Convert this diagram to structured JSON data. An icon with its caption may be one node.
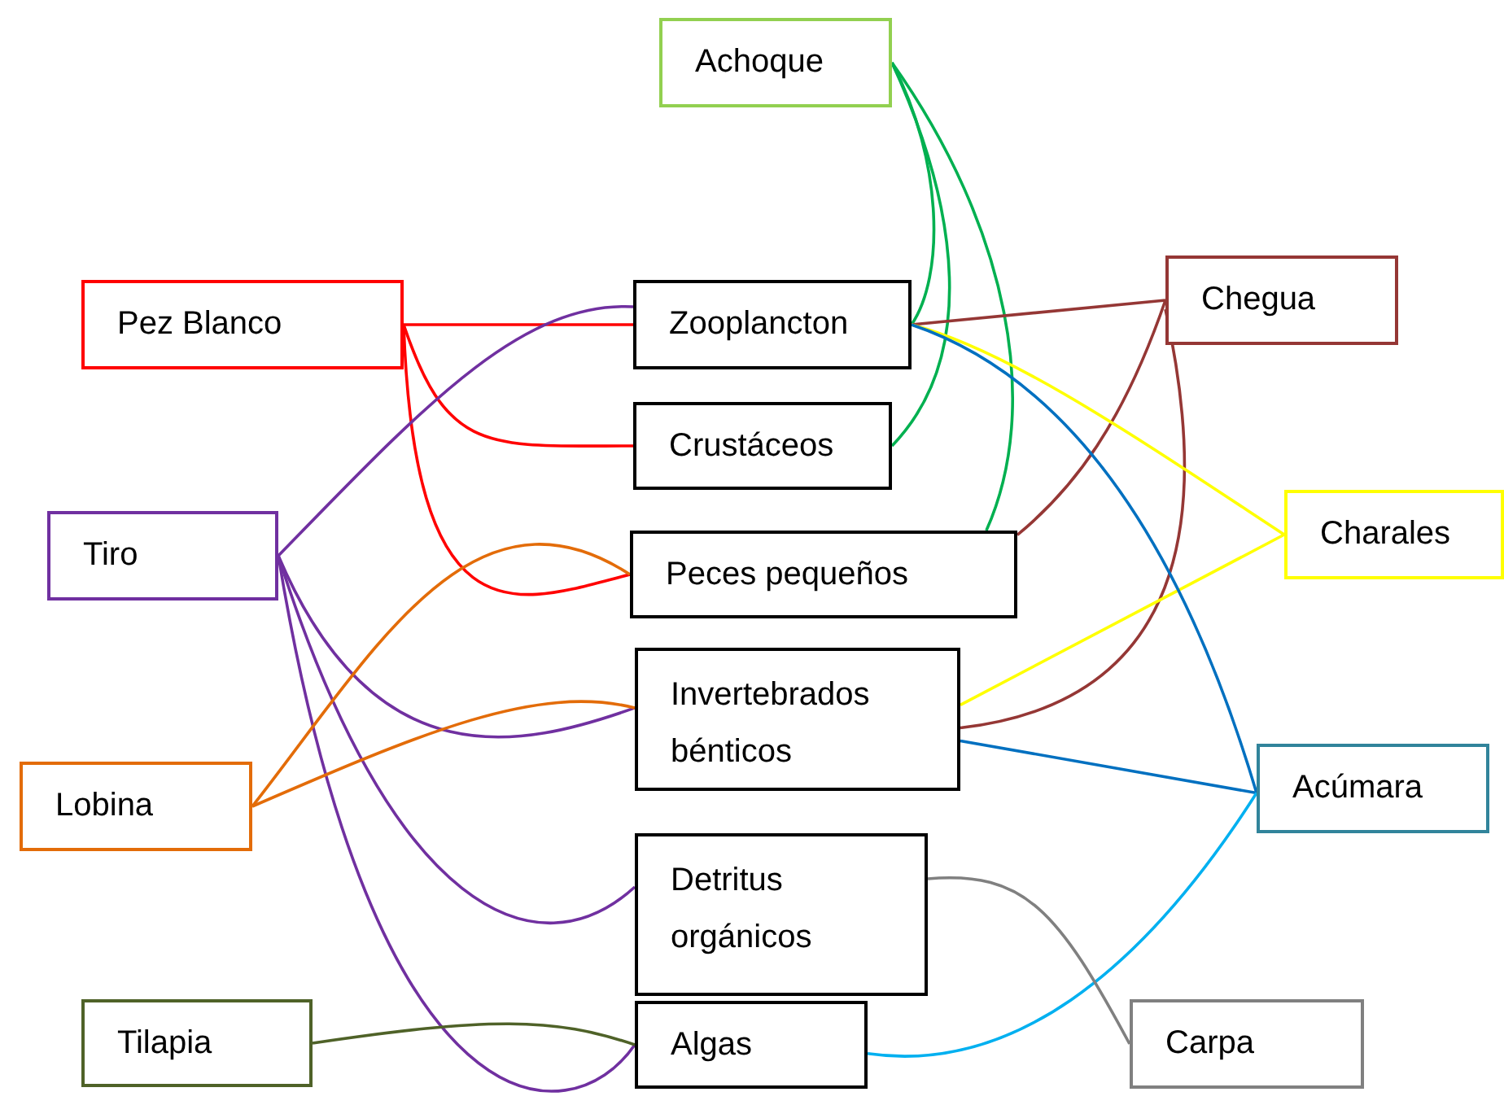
{
  "diagram": {
    "nodes": [
      {
        "text": [
          "Achoque"
        ]
      },
      {
        "text": [
          "Chegua"
        ]
      },
      {
        "text": [
          "Pez Blanco"
        ]
      },
      {
        "text": [
          "Zooplancton"
        ]
      },
      {
        "text": [
          "Crustáceos"
        ]
      },
      {
        "text": [
          "Charales"
        ]
      },
      {
        "text": [
          "Tiro"
        ]
      },
      {
        "text": [
          "Peces pequeños"
        ]
      },
      {
        "text": [
          "Invertebrados bénticos"
        ]
      },
      {
        "text": [
          "Lobina"
        ]
      },
      {
        "text": [
          "Acúmara"
        ]
      },
      {
        "text": [
          "Detritus orgánicos"
        ]
      },
      {
        "text": [
          "Tilapia"
        ]
      },
      {
        "text": [
          "Algas"
        ]
      },
      {
        "text": [
          "Carpa"
        ]
      }
    ],
    "edges": [
      {
        "from": 2,
        "to": 3,
        "arrow": "none",
        "color": "#ff0000"
      },
      {
        "from": 2,
        "to": 4,
        "arrow": "none",
        "color": "#ff0000"
      },
      {
        "from": 2,
        "to": 7,
        "arrow": "none",
        "color": "#ff0000"
      },
      {
        "from": 6,
        "to": 3,
        "arrow": "none",
        "color": "#7030a0"
      },
      {
        "from": 6,
        "to": 8,
        "arrow": "none",
        "color": "#7030a0"
      },
      {
        "from": 6,
        "to": 11,
        "arrow": "none",
        "color": "#7030a0"
      },
      {
        "from": 6,
        "to": 13,
        "arrow": "none",
        "color": "#7030a0"
      },
      {
        "from": 9,
        "to": 7,
        "arrow": "none",
        "color": "#e36c09"
      },
      {
        "from": 9,
        "to": 8,
        "arrow": "none",
        "color": "#e36c09"
      },
      {
        "from": 12,
        "to": 13,
        "arrow": "none",
        "color": "#4f6228"
      },
      {
        "from": 0,
        "to": 3,
        "arrow": "none",
        "color": "#00b050"
      },
      {
        "from": 0,
        "to": 4,
        "arrow": "none",
        "color": "#00b050"
      },
      {
        "from": 0,
        "to": 7,
        "arrow": "none",
        "color": "#00b050"
      },
      {
        "from": 1,
        "to": 3,
        "arrow": "none",
        "color": "#953735"
      },
      {
        "from": 1,
        "to": 7,
        "arrow": "none",
        "color": "#953735"
      },
      {
        "from": 1,
        "to": 8,
        "arrow": "none",
        "color": "#953735"
      },
      {
        "from": 5,
        "to": 3,
        "arrow": "none",
        "color": "#ffff00"
      },
      {
        "from": 5,
        "to": 8,
        "arrow": "none",
        "color": "#ffff00"
      },
      {
        "from": 10,
        "to": 3,
        "arrow": "none",
        "color": "#0070c0"
      },
      {
        "from": 10,
        "to": 8,
        "arrow": "none",
        "color": "#0070c0"
      },
      {
        "from": 10,
        "to": 13,
        "arrow": "none",
        "color": "#00b0f0"
      },
      {
        "from": 14,
        "to": 11,
        "arrow": "none",
        "color": "#808080"
      }
    ]
  }
}
